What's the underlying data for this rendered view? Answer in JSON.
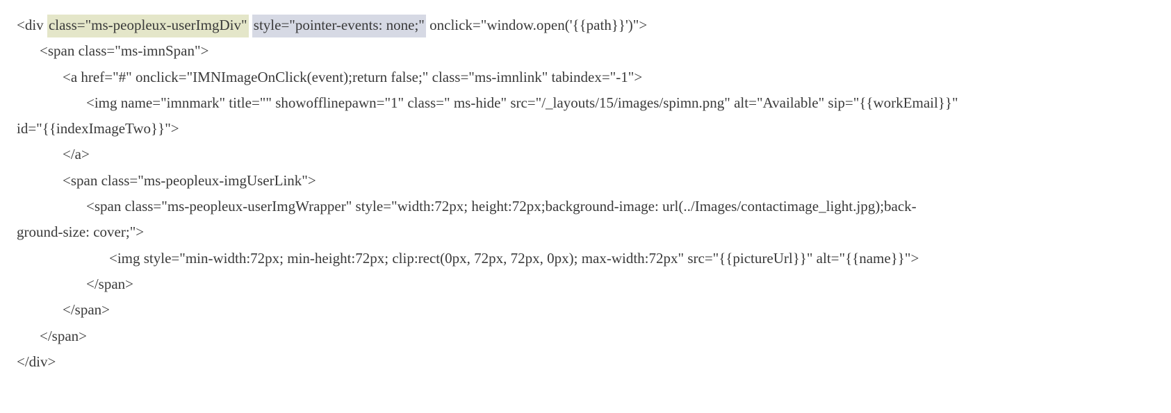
{
  "code_lines": {
    "l1_prefix": "<div ",
    "l1_class_attr": "class=\"ms-peopleux-userImgDiv\"",
    "l1_style_attr": "style=\"pointer-events: none;\"",
    "l1_suffix": " onclick=\"window.open('{{path}}')\">",
    "l2": "<span class=\"ms-imnSpan\">",
    "l3": "<a href=\"#\" onclick=\"IMNImageOnClick(event);return false;\" class=\"ms-imnlink\" tabindex=\"-1\">",
    "l4a": "<img name=\"imnmark\" title=\"\" showofflinepawn=\"1\" class=\" ms-hide\" src=\"/_layouts/15/images/spimn.png\" alt=\"Available\" sip=\"{{workEmail}}\"",
    "l4b": "id=\"{{indexImageTwo}}\">",
    "l5": "</a>",
    "l6": "<span class=\"ms-peopleux-imgUserLink\">",
    "l7a": "<span class=\"ms-peopleux-userImgWrapper\" style=\"width:72px; height:72px;background-image: url(../Images/contactimage_light.jpg);back-",
    "l7b": "ground-size: cover;\">",
    "l8": "<img style=\"min-width:72px; min-height:72px; clip:rect(0px, 72px, 72px, 0px); max-width:72px\" src=\"{{pictureUrl}}\" alt=\"{{name}}\">",
    "l9": "</span>",
    "l10": "</span>",
    "l11": "</span>",
    "l12": "</div>"
  },
  "colors": {
    "highlight_class": "#e4e6c9",
    "highlight_style": "#d6d9e4",
    "text": "#3a3a3a"
  }
}
